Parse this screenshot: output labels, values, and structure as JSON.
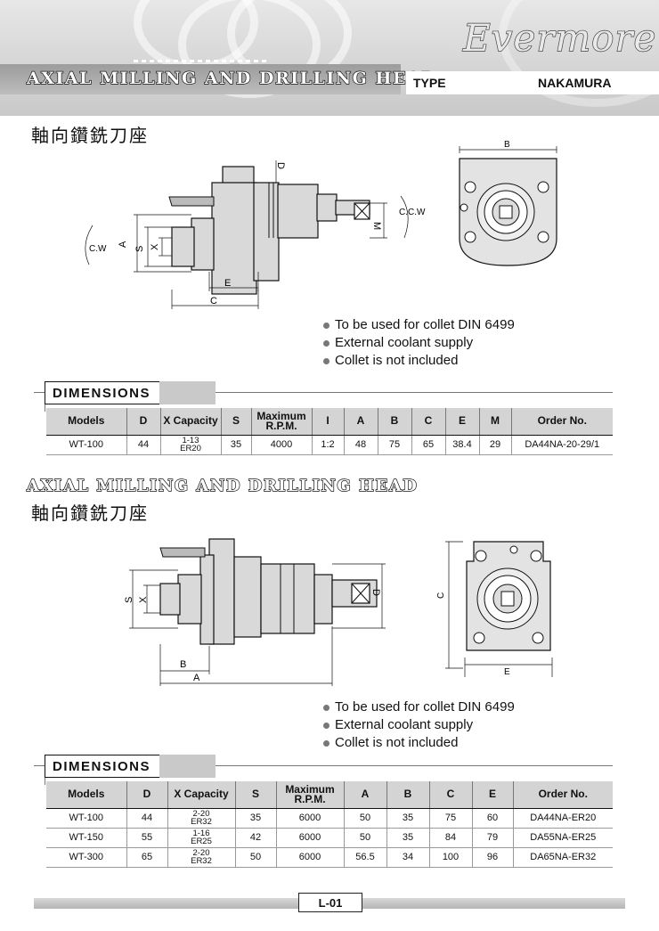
{
  "header": {
    "title": "AXIAL MILLING AND DRILLING HEAD",
    "brand": "Evermore",
    "type_label": "TYPE",
    "type_value": "NAKAMURA"
  },
  "section1": {
    "subtitle": "軸向鑽銑刀座",
    "side_labels": {
      "d": "D",
      "a": "A",
      "s": "S",
      "x": "X",
      "e": "E",
      "c": "C",
      "m": "M",
      "cw": "C.W",
      "ccw": "C.C.W"
    },
    "front_labels": {
      "b": "B"
    },
    "bullets": [
      "To be used for collet DIN 6499",
      "External coolant supply",
      "Collet is not included"
    ],
    "dimensions_label": "DIMENSIONS",
    "table": {
      "headers": [
        "Models",
        "D",
        "X Capacity",
        "S",
        "Maximum R.P.M.",
        "I",
        "A",
        "B",
        "C",
        "E",
        "M",
        "Order No."
      ],
      "rows": [
        {
          "model": "WT-100",
          "d": "44",
          "x1": "1-13",
          "x2": "ER20",
          "s": "35",
          "rpm": "4000",
          "i": "1:2",
          "a": "48",
          "b": "75",
          "c": "65",
          "e": "38.4",
          "m": "29",
          "order": "DA44NA-20-29/1"
        }
      ]
    }
  },
  "section2": {
    "title": "AXIAL MILLING AND DRILLING HEAD",
    "subtitle": "軸向鑽銑刀座",
    "side_labels": {
      "s": "S",
      "x": "X",
      "d": "D",
      "b": "B",
      "a": "A"
    },
    "front_labels": {
      "c": "C",
      "e": "E"
    },
    "bullets": [
      "To be used for collet DIN 6499",
      "External coolant supply",
      "Collet is not included"
    ],
    "dimensions_label": "DIMENSIONS",
    "table": {
      "headers": [
        "Models",
        "D",
        "X Capacity",
        "S",
        "Maximum R.P.M.",
        "A",
        "B",
        "C",
        "E",
        "Order No."
      ],
      "rows": [
        {
          "model": "WT-100",
          "d": "44",
          "x1": "2-20",
          "x2": "ER32",
          "s": "35",
          "rpm": "6000",
          "a": "50",
          "b": "35",
          "c": "75",
          "e": "60",
          "order": "DA44NA-ER20"
        },
        {
          "model": "WT-150",
          "d": "55",
          "x1": "1-16",
          "x2": "ER25",
          "s": "42",
          "rpm": "6000",
          "a": "50",
          "b": "35",
          "c": "84",
          "e": "79",
          "order": "DA55NA-ER25"
        },
        {
          "model": "WT-300",
          "d": "65",
          "x1": "2-20",
          "x2": "ER32",
          "s": "50",
          "rpm": "6000",
          "a": "56.5",
          "b": "34",
          "c": "100",
          "e": "96",
          "order": "DA65NA-ER32"
        }
      ]
    }
  },
  "footer": {
    "page": "L-01"
  }
}
